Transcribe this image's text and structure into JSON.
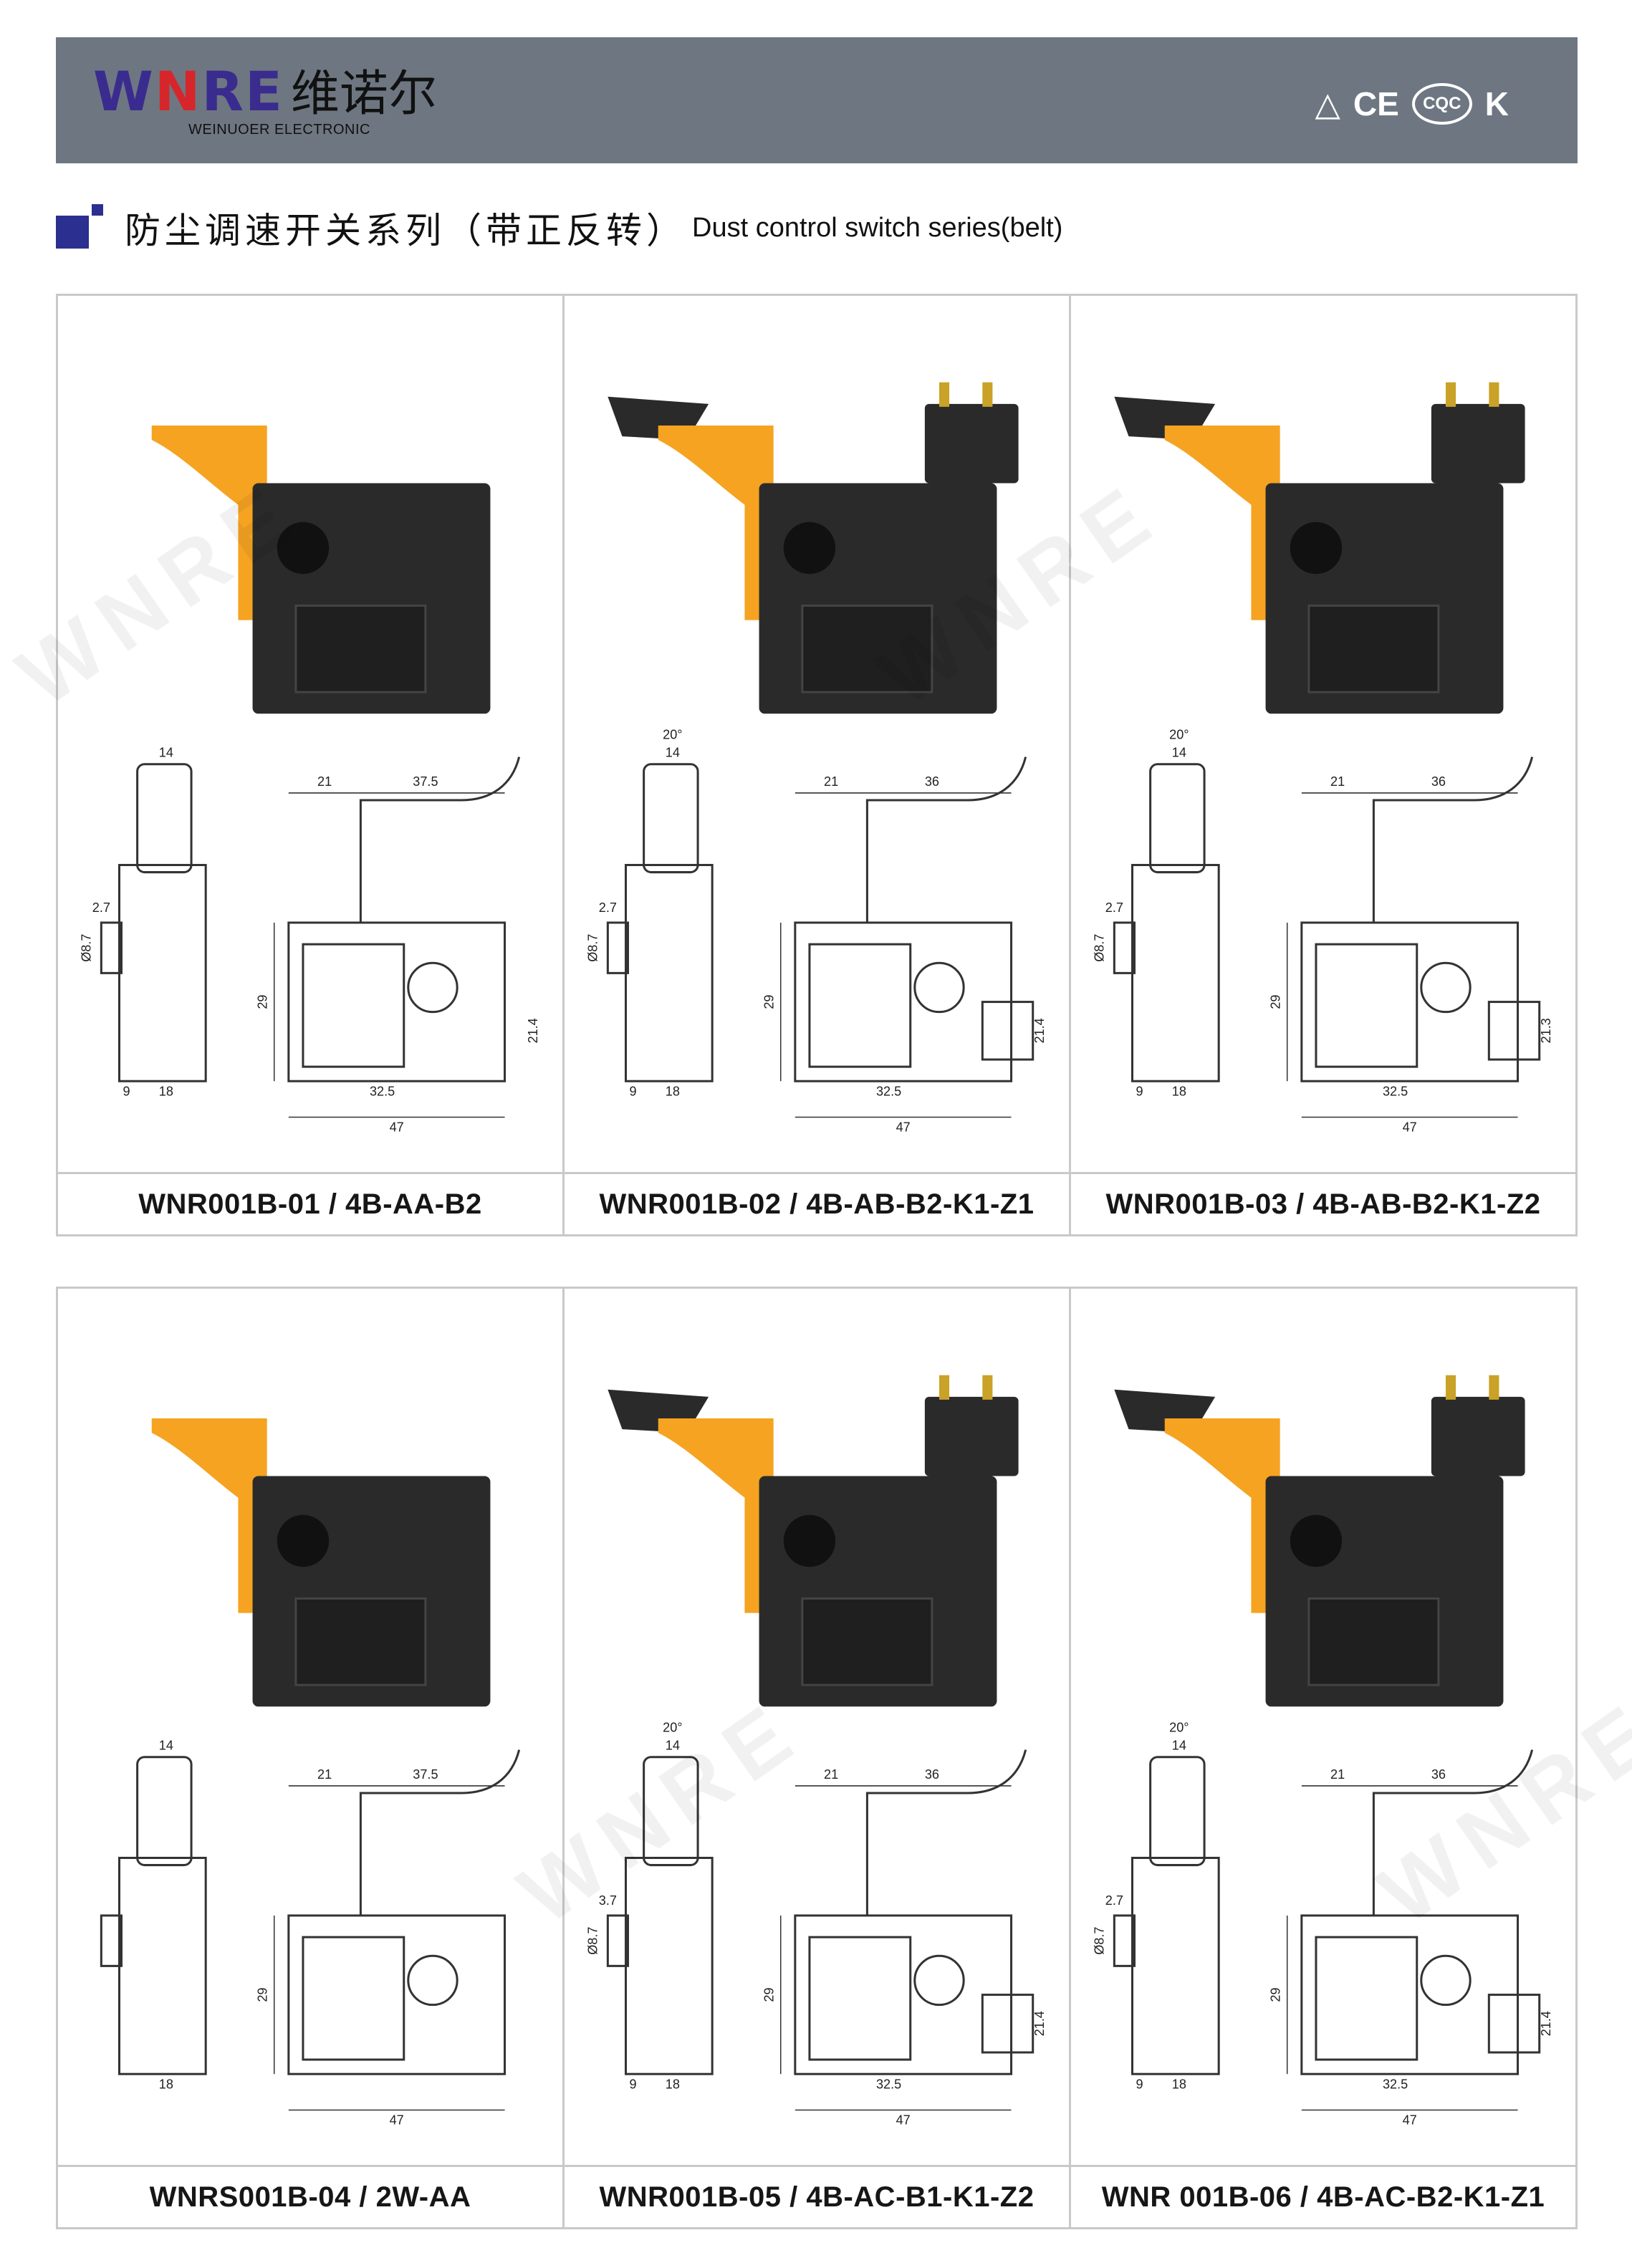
{
  "header": {
    "logo_mark": "WNRE",
    "logo_cn": "维诺尔",
    "logo_en": "WEINUOER ELECTRONIC",
    "certifications": [
      "△",
      "CE",
      "CQC",
      "K"
    ]
  },
  "section": {
    "title_cn": "防尘调速开关系列（带正反转）",
    "title_en": "Dust  control switch series(belt)"
  },
  "products": [
    {
      "model": "WNR001B-01 / 4B-AA-B2",
      "variant": "basic",
      "dims": {
        "top_width": "14",
        "pin": "2.7",
        "dia": "Ø8.7",
        "left_w": "9",
        "base_w": "18",
        "width_a": "21",
        "width_b": "37.5",
        "height": "29",
        "side_h": "21.4",
        "bottom_a": "32.5",
        "bottom_b": "47"
      }
    },
    {
      "model": "WNR001B-02 / 4B-AB-B2-K1-Z1",
      "variant": "lever",
      "dims": {
        "top_width": "14",
        "angle": "20°",
        "pin": "2.7",
        "dia": "Ø8.7",
        "left_w": "9",
        "base_w": "18",
        "width_a": "21",
        "width_b": "36",
        "height": "29",
        "side_h": "21.4",
        "bottom_a": "32.5",
        "bottom_b": "47"
      }
    },
    {
      "model": "WNR001B-03 / 4B-AB-B2-K1-Z2",
      "variant": "lever",
      "dims": {
        "top_width": "14",
        "angle": "20°",
        "pin": "2.7",
        "dia": "Ø8.7",
        "left_w": "9",
        "base_w": "18",
        "width_a": "21",
        "width_b": "36",
        "height": "29",
        "side_h": "21.3",
        "bottom_a": "32.5",
        "bottom_b": "47"
      }
    },
    {
      "model": "WNRS001B-04 / 2W-AA",
      "variant": "basic",
      "dims": {
        "top_width": "14",
        "base_w": "18",
        "width_a": "21",
        "width_b": "37.5",
        "height": "29",
        "bottom_b": "47"
      }
    },
    {
      "model": "WNR001B-05 / 4B-AC-B1-K1-Z2",
      "variant": "lever",
      "dims": {
        "top_width": "14",
        "angle": "20°",
        "pin": "3.7",
        "dia": "Ø8.7",
        "left_w": "9",
        "base_w": "18",
        "width_a": "21",
        "width_b": "36",
        "height": "29",
        "side_h": "21.4",
        "bottom_a": "32.5",
        "bottom_b": "47"
      }
    },
    {
      "model": "WNR 001B-06 / 4B-AC-B2-K1-Z1",
      "variant": "lever",
      "dims": {
        "top_width": "14",
        "angle": "20°",
        "pin": "2.7",
        "dia": "Ø8.7",
        "left_w": "9",
        "base_w": "18",
        "width_a": "21",
        "width_b": "36",
        "height": "29",
        "side_h": "21.4",
        "bottom_a": "32.5",
        "bottom_b": "47"
      }
    }
  ],
  "colors": {
    "header": "#6e7781",
    "logo_blue": "#3a2c8f",
    "logo_red": "#d6262b",
    "trigger": "#f5a321",
    "body": "#2a2a2a",
    "accent": "#2b2f8f"
  }
}
